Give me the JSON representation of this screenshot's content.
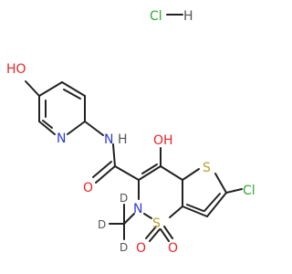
{
  "molecule": {
    "salt": "HCl",
    "atoms": {
      "hcl_cl": "Cl",
      "hcl_h": "H",
      "pyr_oh": "HO",
      "pyr_n": "N",
      "amide_n": "N",
      "amide_h": "H",
      "amide_o": "O",
      "enol_oh": "OH",
      "thio_s": "S",
      "cl": "Cl",
      "sulf_n": "N",
      "sulf_s": "S",
      "sulf_o1": "O",
      "sulf_o2": "O",
      "d1": "D",
      "d2": "D",
      "d3": "D"
    },
    "colors": {
      "carbon": "#222222",
      "oxygen": "#e8262a",
      "nitrogen": "#2b3bd4",
      "sulfur": "#b5a12a",
      "chlorine": "#2faa2f",
      "hydrogen": "#555555"
    }
  }
}
